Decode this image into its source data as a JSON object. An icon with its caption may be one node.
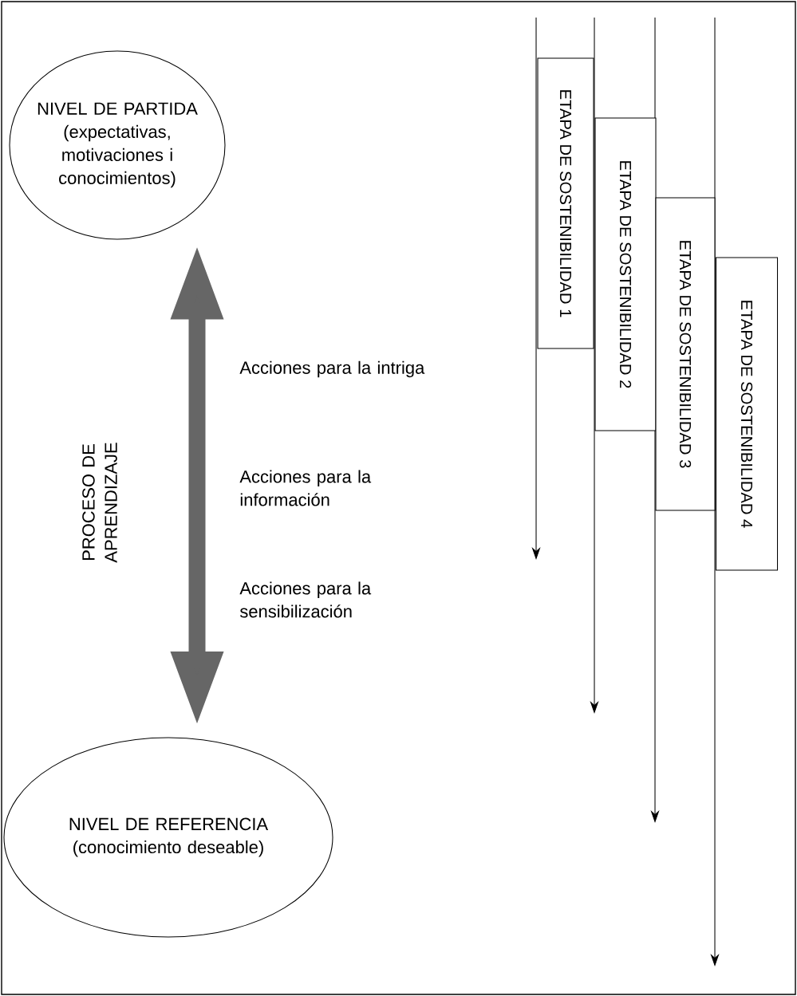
{
  "diagram": {
    "nodes": [
      {
        "text": [
          "NIVEL DE PARTIDA (expectativas, motivaciones i conocimientos)"
        ]
      },
      {
        "text": [
          "NIVEL DE REFERENCIA (conocimiento deseable)"
        ]
      },
      {
        "text": [
          "ETAPA DE SOSTENIBILIDAD 1"
        ]
      },
      {
        "text": [
          "ETAPA DE SOSTENIBILIDAD 2"
        ]
      },
      {
        "text": [
          "ETAPA DE SOSTENIBILIDAD 3"
        ]
      },
      {
        "text": [
          "ETAPA DE SOSTENIBILIDAD 4"
        ]
      }
    ],
    "edges": [
      {
        "from": 0,
        "to": 1,
        "arrow": "both"
      }
    ],
    "labels": [
      "PROCESO DE APRENDIZAJE",
      "Acciones para la intriga",
      "Acciones para la información",
      "Acciones para la sensibilización"
    ]
  }
}
